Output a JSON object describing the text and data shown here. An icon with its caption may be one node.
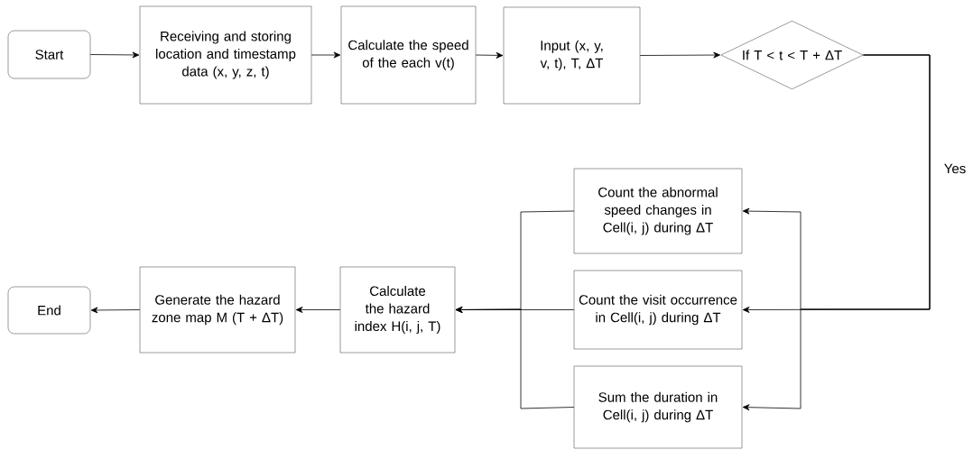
{
  "diagram": {
    "nodes": [
      {
        "text": [
          "Start"
        ]
      },
      {
        "text": [
          "Receiving and storing location and timestamp data (x, y, z, t)"
        ]
      },
      {
        "text": [
          "Calculate the speed of the each v(t)"
        ]
      },
      {
        "text": [
          "Input (x, y, v, t), T, ΔT"
        ]
      },
      {
        "text": [
          "If T < t < T + ΔT"
        ]
      },
      {
        "text": [
          "Count the abnormal speed changes in Cell(i, j) during ΔT"
        ]
      },
      {
        "text": [
          "Count the visit occurrence in Cell(i, j) during ΔT"
        ]
      },
      {
        "text": [
          "Sum the duration in Cell(i, j) during ΔT"
        ]
      },
      {
        "text": [
          "Calculate the hazard index H(i, j, T)"
        ]
      },
      {
        "text": [
          "Generate the hazard zone map M (T + ΔT)"
        ]
      },
      {
        "text": [
          "End"
        ]
      }
    ],
    "edges": [
      {
        "from": 0,
        "to": 1,
        "arrow": "to"
      },
      {
        "from": 1,
        "to": 2,
        "arrow": "to"
      },
      {
        "from": 2,
        "to": 3,
        "arrow": "to"
      },
      {
        "from": 3,
        "to": 4,
        "arrow": "to"
      },
      {
        "from": 4,
        "to": 5,
        "arrow": "to"
      },
      {
        "from": 4,
        "to": 6,
        "arrow": "to",
        "label": "Yes"
      },
      {
        "from": 4,
        "to": 7,
        "arrow": "to"
      },
      {
        "from": 5,
        "to": 8,
        "arrow": "to"
      },
      {
        "from": 6,
        "to": 8,
        "arrow": "to"
      },
      {
        "from": 7,
        "to": 8,
        "arrow": "to"
      },
      {
        "from": 8,
        "to": 9,
        "arrow": "to"
      },
      {
        "from": 9,
        "to": 10,
        "arrow": "to"
      }
    ]
  }
}
